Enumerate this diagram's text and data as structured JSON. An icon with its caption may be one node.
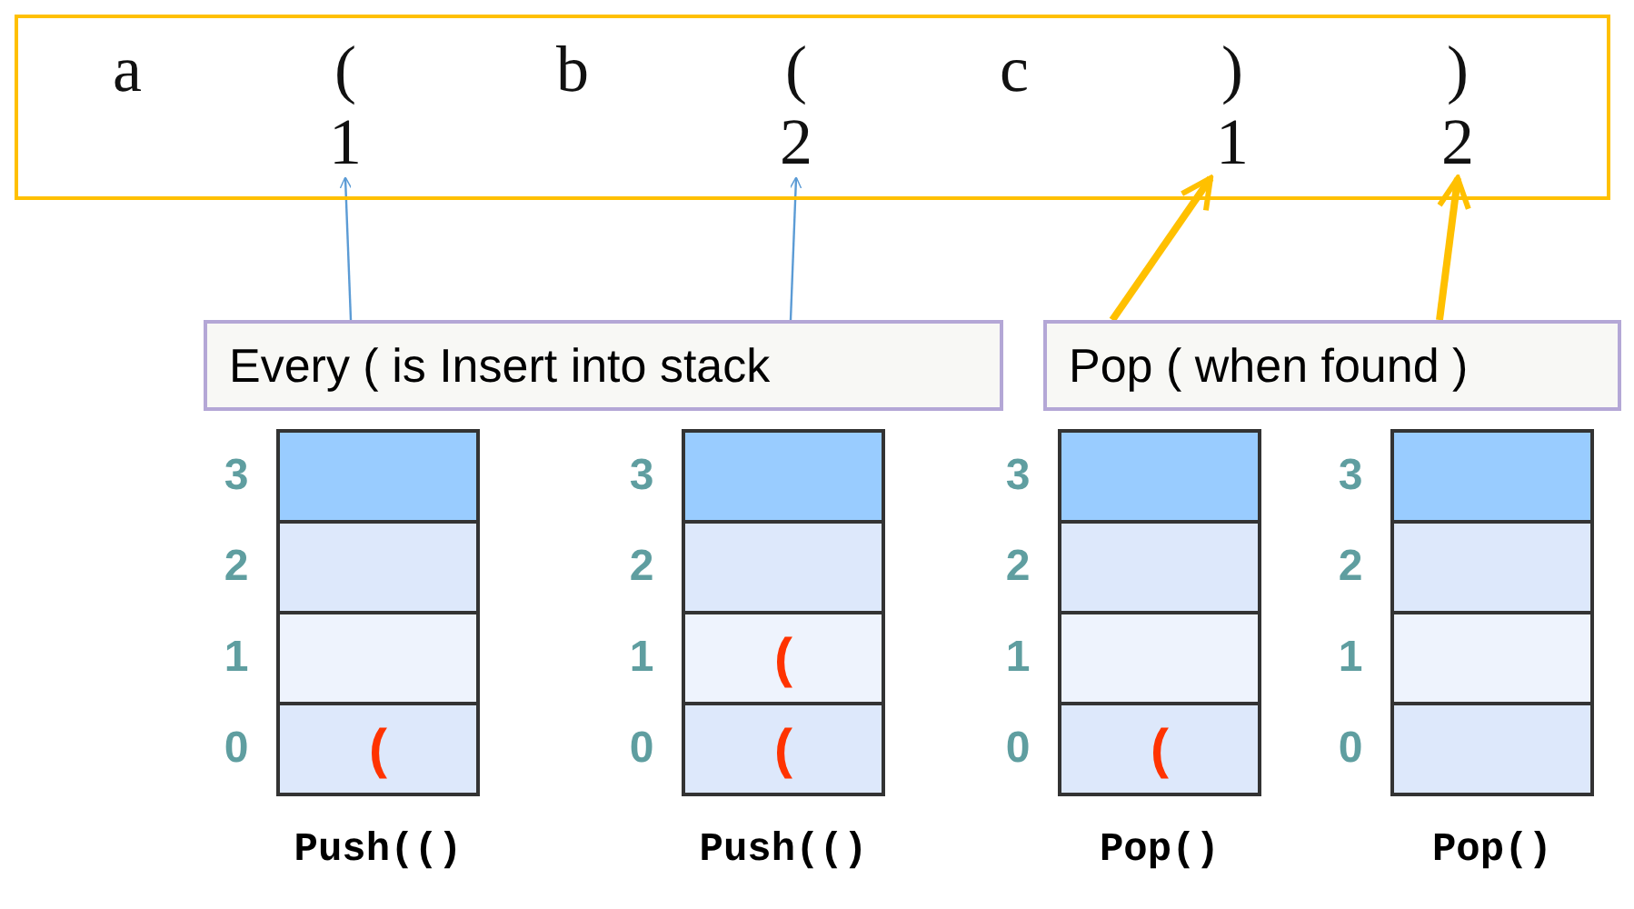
{
  "diagram": {
    "nodes": [
      {
        "text": [],
        "shape": "box"
      },
      {
        "text": [
          "(",
          "1"
        ],
        "in": 0
      },
      {
        "text": [
          "(",
          "2"
        ],
        "in": 0
      },
      {
        "text": [
          ")",
          "1"
        ],
        "in": 0
      },
      {
        "text": [
          ")",
          "2"
        ],
        "in": 0
      },
      {
        "text": [
          "Every ( is Insert into stack"
        ]
      },
      {
        "text": [
          "Pop ( when found )"
        ]
      },
      {
        "text": [],
        "shape": "box",
        "beside": [
          "Push(()"
        ]
      },
      {
        "text": [],
        "shape": "box",
        "in": 7
      },
      {
        "text": [],
        "shape": "box",
        "in": 7
      },
      {
        "text": [],
        "shape": "box",
        "in": 7
      },
      {
        "text": [
          "("
        ],
        "in": 7
      },
      {
        "text": [],
        "shape": "box",
        "beside": [
          "Push(()"
        ]
      },
      {
        "text": [],
        "shape": "box",
        "in": 12
      },
      {
        "text": [],
        "shape": "box",
        "in": 12
      },
      {
        "text": [
          "("
        ],
        "in": 12
      },
      {
        "text": [
          "("
        ],
        "in": 12
      },
      {
        "text": [],
        "shape": "box",
        "beside": [
          "Pop()"
        ]
      },
      {
        "text": [],
        "shape": "box",
        "in": 17
      },
      {
        "text": [],
        "shape": "box",
        "in": 17
      },
      {
        "text": [],
        "shape": "box",
        "in": 17
      },
      {
        "text": [
          "("
        ],
        "in": 17
      },
      {
        "text": [],
        "shape": "box",
        "beside": [
          "Pop()"
        ]
      },
      {
        "text": [],
        "shape": "box",
        "in": 22
      },
      {
        "text": [],
        "shape": "box",
        "in": 22
      },
      {
        "text": [],
        "shape": "box",
        "in": 22
      },
      {
        "text": [],
        "shape": "box",
        "in": 22
      }
    ],
    "edges": [
      {
        "from": 5,
        "to": 1,
        "arrow": "to",
        "color": "#5b9bd5"
      },
      {
        "from": 5,
        "to": 2,
        "arrow": "to",
        "color": "#5b9bd5"
      },
      {
        "from": 6,
        "to": 3,
        "arrow": "to",
        "style": "thick",
        "color": "#ffc000"
      },
      {
        "from": 6,
        "to": 4,
        "arrow": "to",
        "style": "thick",
        "color": "#ffc000"
      }
    ],
    "labels": [
      "a",
      "b",
      "c",
      "3",
      "3",
      "3",
      "3",
      "2",
      "2",
      "2",
      "2",
      "1",
      "1",
      "1",
      "1",
      "0",
      "0",
      "0",
      "0"
    ]
  }
}
